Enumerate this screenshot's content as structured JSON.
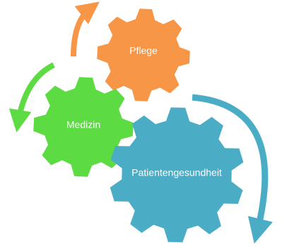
{
  "gears": [
    {
      "id": "pflege",
      "label": "Pflege",
      "color": "#F79646"
    },
    {
      "id": "medizin",
      "label": "Medizin",
      "color": "#5DDB43"
    },
    {
      "id": "patientengesundheit",
      "label": "Patientengesundheit",
      "color": "#4BACC6"
    }
  ],
  "arrows": [
    {
      "id": "orange-arrow",
      "color": "#F79646"
    },
    {
      "id": "green-arrow",
      "color": "#5DDB43"
    },
    {
      "id": "blue-arrow",
      "color": "#4BACC6"
    }
  ]
}
